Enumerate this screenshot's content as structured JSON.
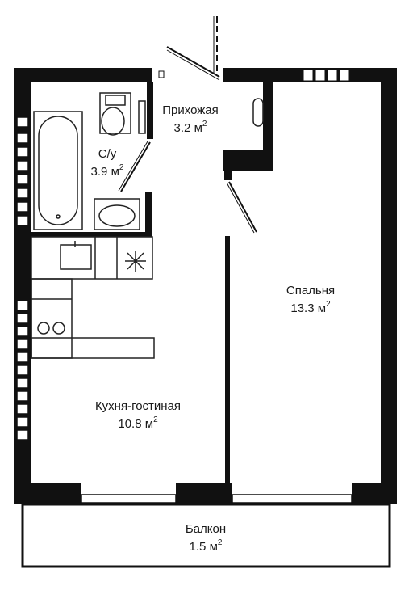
{
  "rooms": {
    "hallway": {
      "name": "Прихожая",
      "area": "3.2 м",
      "sup": "2"
    },
    "bathroom": {
      "name": "С/у",
      "area": "3.9 м",
      "sup": "2"
    },
    "bedroom": {
      "name": "Спальня",
      "area": "13.3 м",
      "sup": "2"
    },
    "kitchen": {
      "name": "Кухня-гостиная",
      "area": "10.8 м",
      "sup": "2"
    },
    "balcony": {
      "name": "Балкон",
      "area": "1.5 м",
      "sup": "2"
    }
  },
  "colors": {
    "wall": "#111111",
    "line": "#222222",
    "background": "#ffffff"
  }
}
